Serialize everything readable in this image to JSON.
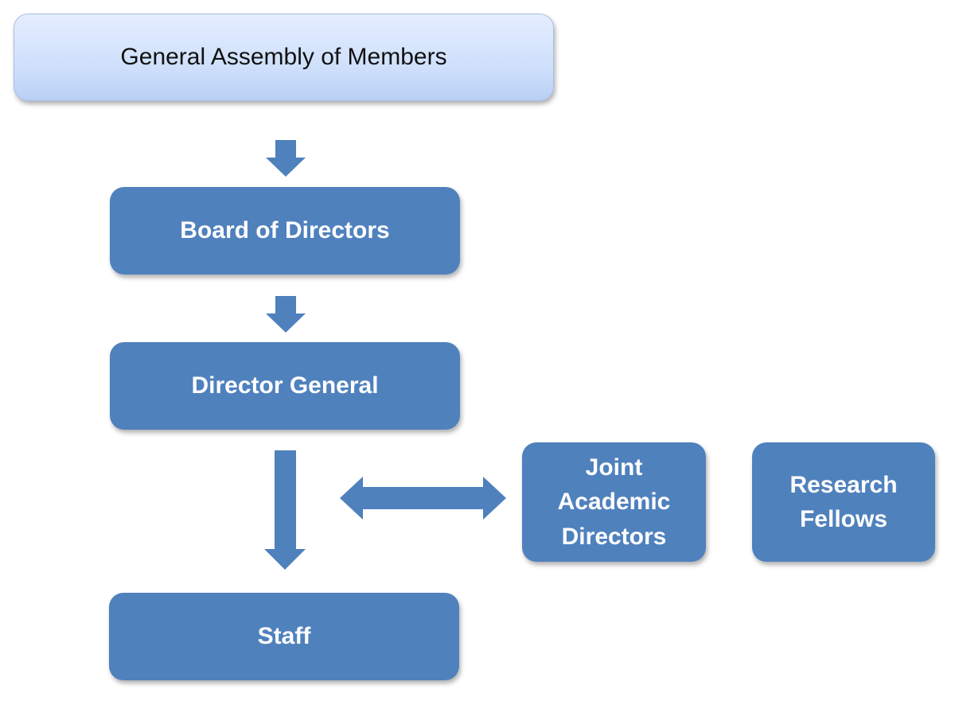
{
  "nodes": {
    "general_assembly": "General Assembly of Members",
    "board": "Board of Directors",
    "director_general": "Director General",
    "staff": "Staff",
    "joint_academic_line1": "Joint",
    "joint_academic_line2": "Academic",
    "joint_academic_line3": "Directors",
    "research_fellows_line1": "Research",
    "research_fellows_line2": "Fellows"
  },
  "colors": {
    "node_fill": "#4f81bd",
    "top_node_fill": "#d6e4fb",
    "text_light": "#ffffff",
    "text_dark": "#111111"
  }
}
